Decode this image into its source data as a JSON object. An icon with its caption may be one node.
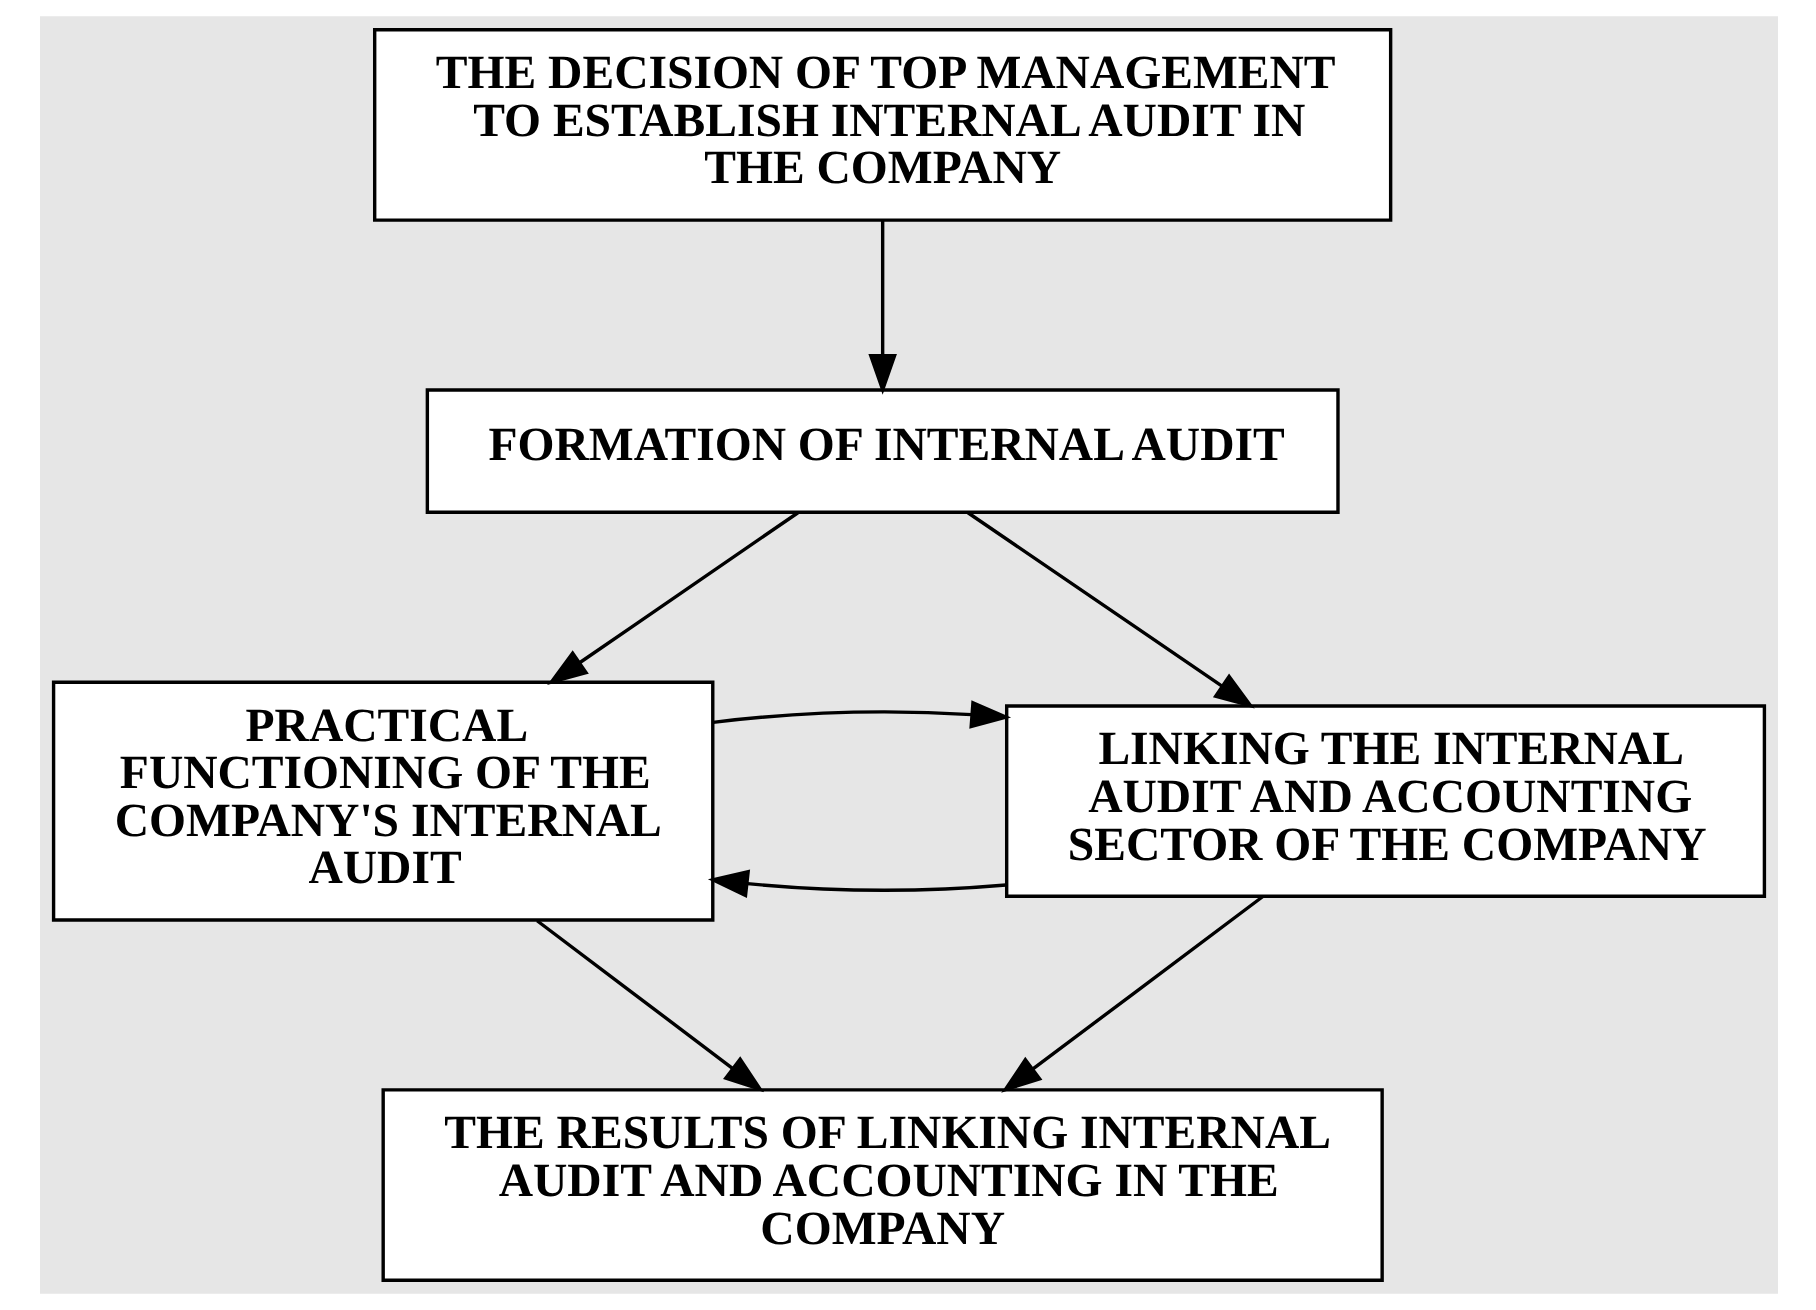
{
  "diagram": {
    "nodes": [
      {
        "text": [
          "THE DECISION OF TOP MANAGEMENT TO ESTABLISH INTERNAL AUDIT IN THE COMPANY"
        ]
      },
      {
        "text": [
          "FORMATION OF INTERNAL AUDIT"
        ]
      },
      {
        "text": [
          "PRACTICAL FUNCTIONING OF THE COMPANY'S INTERNAL AUDIT"
        ]
      },
      {
        "text": [
          "LINKING THE INTERNAL AUDIT AND ACCOUNTING SECTOR OF THE COMPANY"
        ]
      },
      {
        "text": [
          "THE RESULTS OF LINKING INTERNAL AUDIT AND ACCOUNTING IN THE COMPANY"
        ]
      }
    ],
    "edges": [
      {
        "from": 0,
        "to": 1,
        "arrow": "to"
      },
      {
        "from": 1,
        "to": 2,
        "arrow": "to"
      },
      {
        "from": 1,
        "to": 3,
        "arrow": "to"
      },
      {
        "from": 3,
        "to": 2,
        "arrow": "to"
      },
      {
        "from": 2,
        "to": 3,
        "arrow": "to"
      },
      {
        "from": 2,
        "to": 4,
        "arrow": "to"
      },
      {
        "from": 3,
        "to": 4,
        "arrow": "to"
      }
    ]
  }
}
